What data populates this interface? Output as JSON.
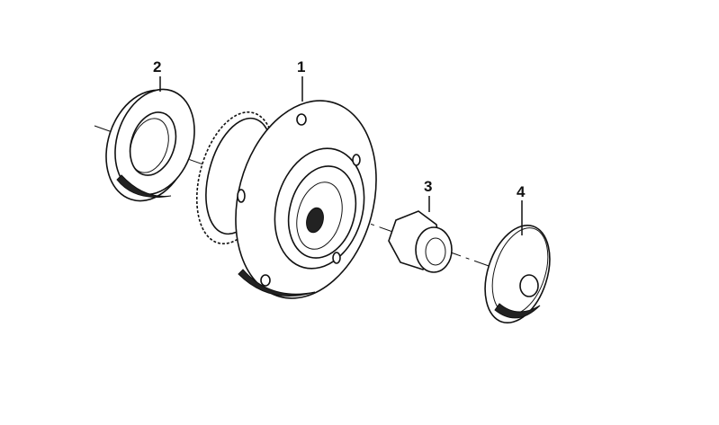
{
  "diagram": {
    "parts": [
      {
        "number": "1",
        "part": "wheel-hub"
      },
      {
        "number": "2",
        "part": "seal-ring"
      },
      {
        "number": "3",
        "part": "collar-nut"
      },
      {
        "number": "4",
        "part": "grease-cap"
      }
    ]
  }
}
